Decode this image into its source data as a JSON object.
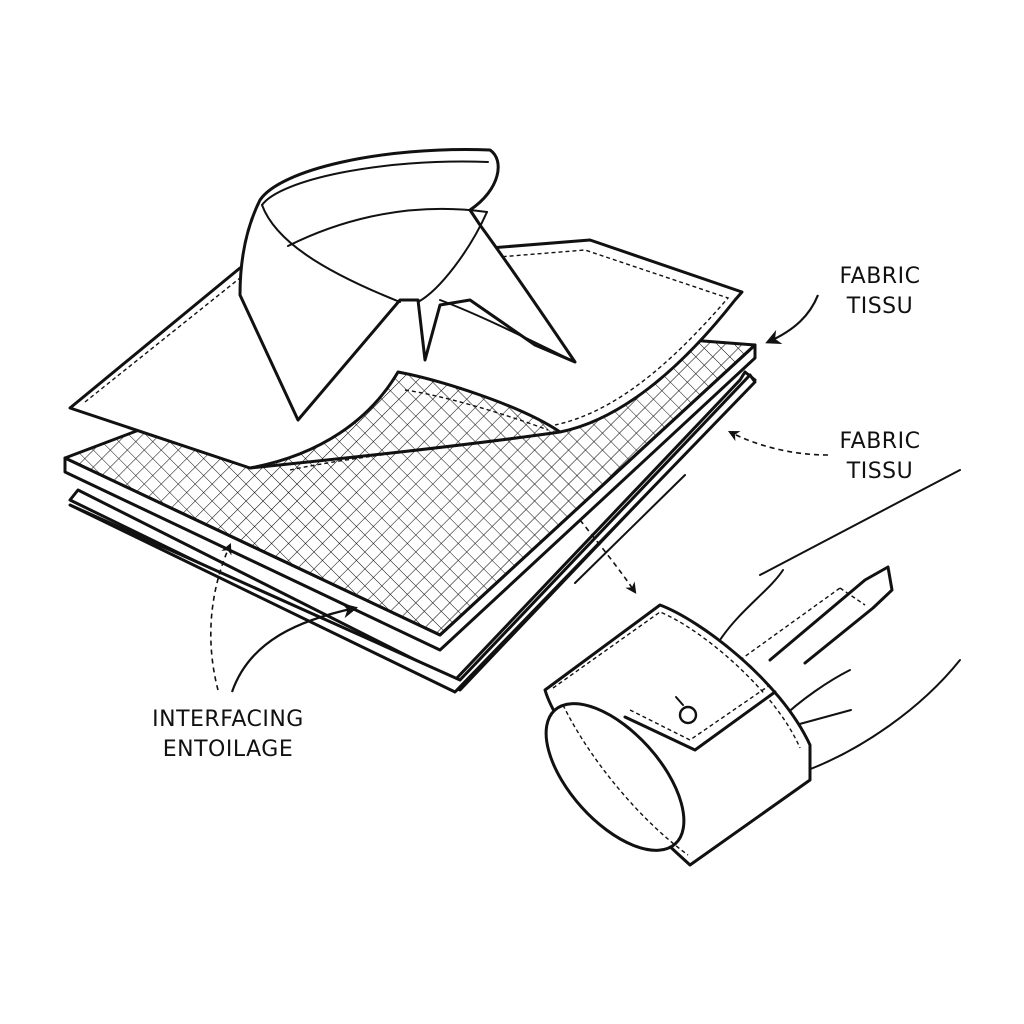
{
  "diagram": {
    "subject": "Shirt collar and cuff construction layers",
    "labels": {
      "fabric_top": {
        "line1": "FABRIC",
        "line2": "TISSU"
      },
      "fabric_bottom": {
        "line1": "FABRIC",
        "line2": "TISSU"
      },
      "interfacing": {
        "line1": "INTERFACING",
        "line2": "ENTOILAGE"
      }
    },
    "components": [
      {
        "id": "collar",
        "description": "Turned-down shirt collar on top fabric layer"
      },
      {
        "id": "top-fabric-layer",
        "description": "Upper fabric sheet with stitch line"
      },
      {
        "id": "interfacing-layer",
        "description": "Cross-hatched mesh interfacing layer"
      },
      {
        "id": "bottom-fabric-layer",
        "description": "Lower fabric sheet"
      },
      {
        "id": "cuff",
        "description": "Shirt cuff with button and sleeve placket"
      }
    ],
    "colors": {
      "ink": "#111111",
      "background": "#ffffff"
    }
  }
}
